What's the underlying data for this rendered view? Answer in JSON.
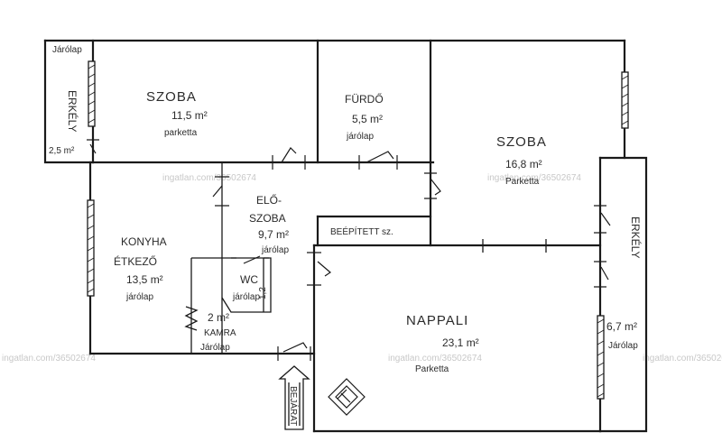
{
  "rooms": {
    "erkely_left": {
      "name": "ERKÉLY",
      "area": "2,5 m²",
      "floor": "Járólap"
    },
    "szoba_left": {
      "name": "SZOBA",
      "area": "11,5 m²",
      "floor": "parketta"
    },
    "furdo": {
      "name": "FÜRDŐ",
      "area": "5,5 m²",
      "floor": "járólap"
    },
    "szoba_right": {
      "name": "SZOBA",
      "area": "16,8 m²",
      "floor": "Parketta"
    },
    "eloszoba": {
      "name_line1": "ELŐ-",
      "name_line2": "SZOBA",
      "area": "9,7 m²",
      "floor": "járólap"
    },
    "beepitett": {
      "name": "BEÉPÍTETT sz."
    },
    "konyha": {
      "name_line1": "KONYHA",
      "name_line2": "ÉTKEZŐ",
      "area": "13,5 m²",
      "floor": "járólap"
    },
    "wc": {
      "name": "WC",
      "floor": "járólap",
      "area": "1,2"
    },
    "kamra": {
      "area": "2 m²",
      "name": "KAMRA",
      "floor": "Járólap"
    },
    "nappali": {
      "name": "NAPPALI",
      "area": "23,1 m²",
      "floor": "Parketta"
    },
    "erkely_right": {
      "name": "ERKÉLY",
      "area": "6,7 m²",
      "floor": "Járólap"
    }
  },
  "entrance": {
    "label": "BEJÁRAT"
  },
  "watermarks": [
    "ingatlan.com/36502674",
    "ingatlan.com/36502674",
    "ingatlan.com/36502674",
    "ingatlan.com/36502674",
    "ingatlan.com/36502674"
  ],
  "colors": {
    "ink": "#1a1a1a",
    "pencil": "#2b2b2b",
    "paper": "#ffffff",
    "watermark": "#c8c8c8"
  }
}
